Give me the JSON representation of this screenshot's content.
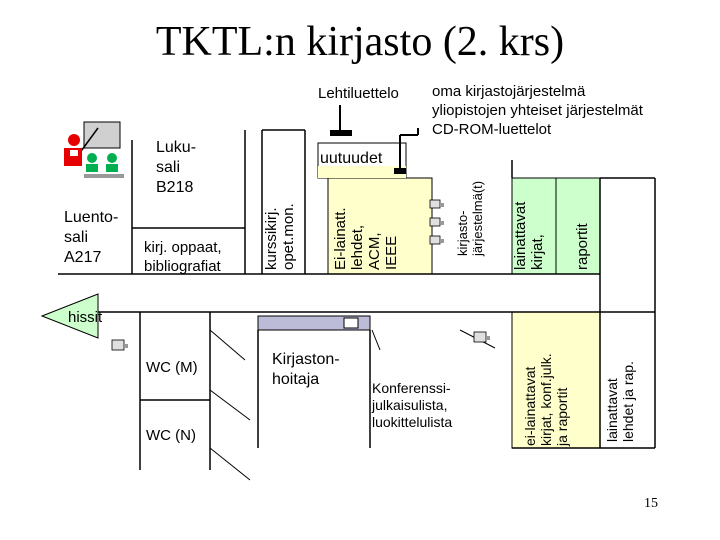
{
  "title": "TKTL:n kirjasto (2. krs)",
  "labels": {
    "lehtiluettelo": "Lehtiluettelo",
    "systems": [
      "oma kirjastojärjestelmä",
      "yliopistojen yhteiset järjestelmät",
      "CD-ROM-luettelot"
    ],
    "lukusali": [
      "Luku-",
      "sali",
      "B218"
    ],
    "luentosali": [
      "Luento-",
      "sali",
      "A217"
    ],
    "kirj_oppaat": [
      "kirj. oppaat,",
      "bibliografiat"
    ],
    "kurssikirj": "kurssikirj.\nopet.mon.",
    "uutuudet": "uutuudet",
    "ei_lainatt": "Ei-lainatt.\nlehdet,\nACM,\nIEEE",
    "kirjastojarjestelma": "kirjasto-\njärjestelmä(t)",
    "lainattavat_kirjat": "lainattavat\nkirjat,",
    "raportit": "raportit",
    "hissit": "hissit",
    "wc_m": "WC (M)",
    "wc_n": "WC (N)",
    "kirjastonhoitaja": [
      "Kirjaston-",
      "hoitaja"
    ],
    "konferenssi": [
      "Konferenssi-",
      "julkaisulista,",
      "luokittelulista"
    ],
    "ei_lainattavat_kirjat": "ei-lainattavat\nkirjat, konf.julk.\nja raportit",
    "lainattavat_lehdet": "lainattavat\nlehdet ja rap."
  },
  "page_number": "15",
  "colors": {
    "yellow_fill": "#ffffcc",
    "green_fill": "#ccffcc",
    "gray_desk": "#bcbcd8",
    "arrow_fill": "#ccffcc",
    "teacher_red": "#e60000",
    "student_green": "#00b050"
  },
  "icons": [
    "teacher-icon",
    "computer-icon"
  ]
}
